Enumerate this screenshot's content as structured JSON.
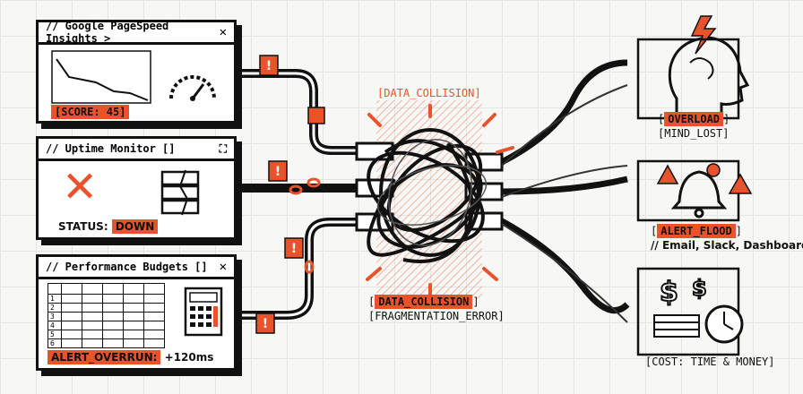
{
  "colors": {
    "accent": "#e8532b",
    "ink": "#111111",
    "paper": "#ffffff"
  },
  "windows": {
    "pagespeed": {
      "title": "// Google PageSpeed Insights >",
      "close_icon": "close-icon",
      "score_label": "[SCORE: 45]"
    },
    "uptime": {
      "title": "// Uptime Monitor []",
      "status_prefix": "STATUS:",
      "status_value": "DOWN"
    },
    "budgets": {
      "title": "// Performance Budgets []",
      "row_numbers": [
        "1",
        "2",
        "3",
        "4",
        "5",
        "6"
      ],
      "alert_label": "ALERT_OVERRUN:",
      "alert_value": "+120ms"
    }
  },
  "center": {
    "top_label": "[DATA_COLLISION]",
    "bottom_label_tag": "DATA_COLLISION",
    "bottom_label_open": "[",
    "bottom_label_close": "]",
    "bottom_sub": "[FRAGMENTATION_ERROR]"
  },
  "outcomes": {
    "overload": {
      "open": "[",
      "tag": "OVERLOAD",
      "close": "]",
      "sub": "[MIND_LOST]"
    },
    "alert": {
      "open": "[",
      "tag": "ALERT_FLOOD",
      "close": "]",
      "sub": "// Email, Slack, Dashboards"
    },
    "cost": {
      "label": "[COST: TIME & MONEY]"
    }
  }
}
